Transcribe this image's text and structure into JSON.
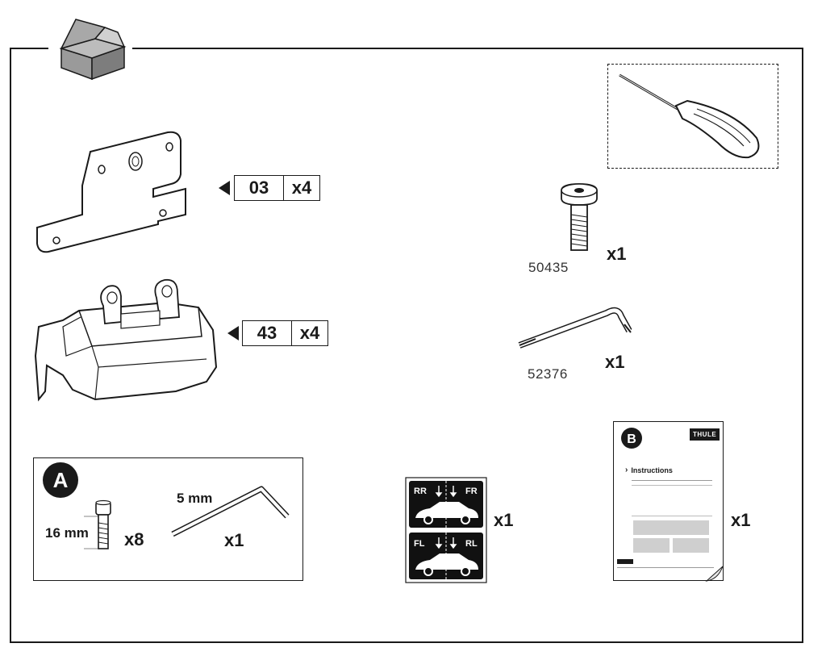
{
  "parts": {
    "bracket": {
      "code": "03",
      "qty": "x4"
    },
    "foot": {
      "code": "43",
      "qty": "x4"
    }
  },
  "screw": {
    "part_number": "50435",
    "qty": "x1"
  },
  "torx_key": {
    "part_number": "52376",
    "qty": "x1"
  },
  "kit_a": {
    "badge": "A",
    "screw_length": "16 mm",
    "screw_qty": "x8",
    "hex_size": "5 mm",
    "hex_qty": "x1"
  },
  "stickers": {
    "top_left": "RR",
    "top_right": "FR",
    "bottom_left": "FL",
    "bottom_right": "RL",
    "qty": "x1"
  },
  "manual": {
    "badge": "B",
    "brand": "THULE",
    "heading": "Instructions",
    "qty": "x1"
  },
  "colors": {
    "line": "#1a1a1a",
    "background": "#ffffff",
    "sticker": "#111111",
    "placeholder": "#cfcfcf"
  },
  "icons": [
    "box-icon",
    "screwdriver-icon",
    "arrow-left-icon",
    "chevron-right-icon",
    "car-icon"
  ]
}
